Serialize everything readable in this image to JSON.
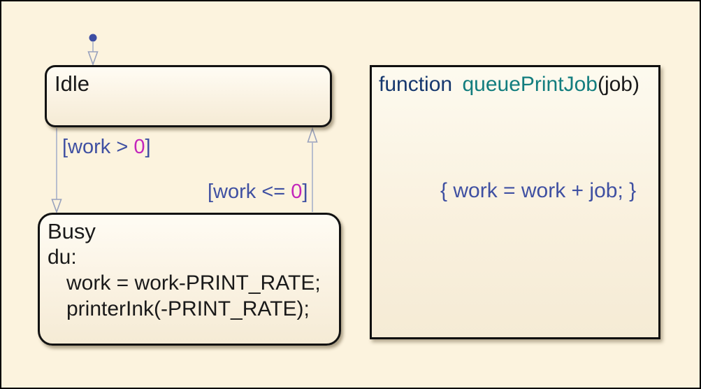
{
  "diagram": {
    "kind": "stateflow-state-machine",
    "colors": {
      "background": "#fcf3de",
      "state_fill_top": "#fffcf4",
      "state_fill_bottom": "#f5ebd5",
      "state_border": "#121212",
      "transition_line": "#adb4cb",
      "arrowhead_outline": "#99a2bd",
      "default_transition_dot": "#3d4da3",
      "guard_label_blue": "#3f50a2",
      "guard_value_magenta": "#c326bb",
      "function_keyword_navy": "#16386e",
      "function_name_teal": "#127d7e",
      "junction_orange": "#b25a14",
      "state_text": "#1a1a1a"
    }
  },
  "states": {
    "idle": {
      "name": "Idle"
    },
    "busy": {
      "name": "Busy",
      "actions": [
        "du:",
        "work = work-PRINT_RATE;",
        "printerInk(-PRINT_RATE);"
      ]
    }
  },
  "function_box": {
    "keyword": "function",
    "name": "queuePrintJob",
    "args": "(job)",
    "transition_action": "{ work = work + job; }"
  },
  "transitions": {
    "idle_to_busy": {
      "guard_prefix": "[work > ",
      "guard_value": "0",
      "guard_suffix": "]"
    },
    "busy_to_idle": {
      "guard_prefix": "[work <= ",
      "guard_value": "0",
      "guard_suffix": "]"
    }
  }
}
